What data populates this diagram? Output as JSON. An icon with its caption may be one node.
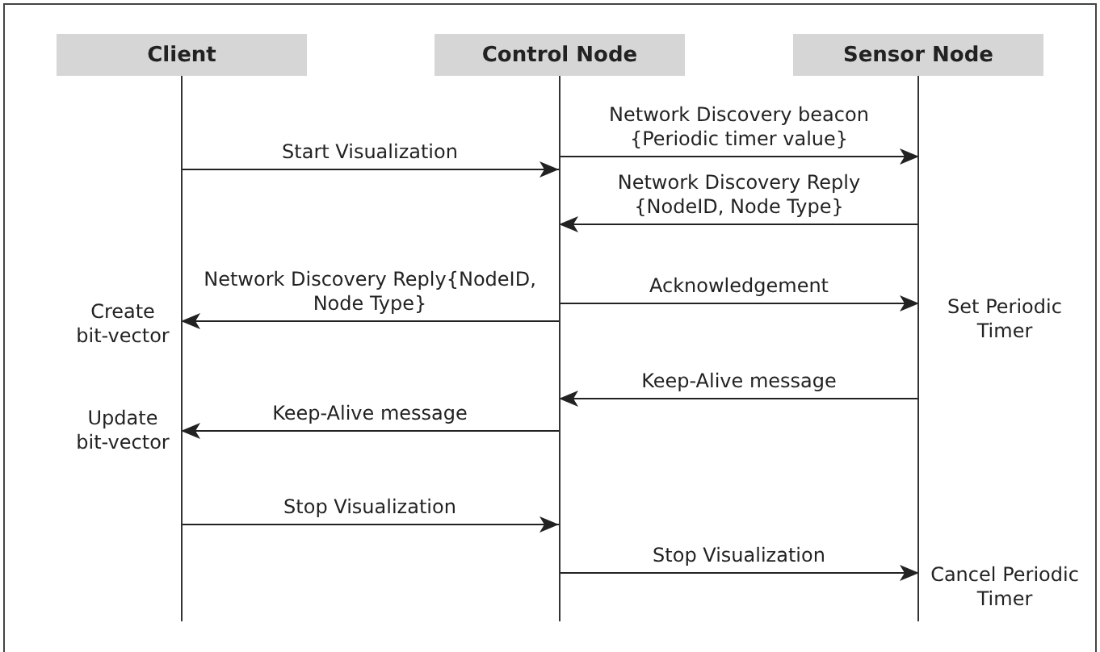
{
  "diagram": {
    "nodes": [
      {
        "text": [
          "Client"
        ]
      },
      {
        "text": [
          "Control Node"
        ]
      },
      {
        "text": [
          "Sensor Node"
        ]
      }
    ],
    "edges": [
      {
        "from": 0,
        "to": 1,
        "arrow": "to",
        "label": "Start Visualization"
      },
      {
        "from": 1,
        "to": 2,
        "arrow": "to",
        "label": "Network Discovery beacon {Periodic timer value}"
      },
      {
        "from": 2,
        "to": 1,
        "arrow": "to",
        "label": "Network Discovery Reply {NodeID, Node Type}"
      },
      {
        "from": 1,
        "to": 2,
        "arrow": "to",
        "label": "Acknowledgement"
      },
      {
        "from": 1,
        "to": 0,
        "arrow": "to",
        "label": "Network Discovery Reply{NodeID, Node Type}"
      },
      {
        "from": 2,
        "to": 1,
        "arrow": "to",
        "label": "Keep-Alive message"
      },
      {
        "from": 1,
        "to": 0,
        "arrow": "to",
        "label": "Keep-Alive message"
      },
      {
        "from": 0,
        "to": 1,
        "arrow": "to",
        "label": "Stop Visualization"
      },
      {
        "from": 1,
        "to": 2,
        "arrow": "to",
        "label": "Stop Visualization"
      }
    ],
    "labels": [
      "Create bit-vector",
      "Set Periodic Timer",
      "Update bit-vector",
      "Cancel Periodic Timer"
    ]
  }
}
